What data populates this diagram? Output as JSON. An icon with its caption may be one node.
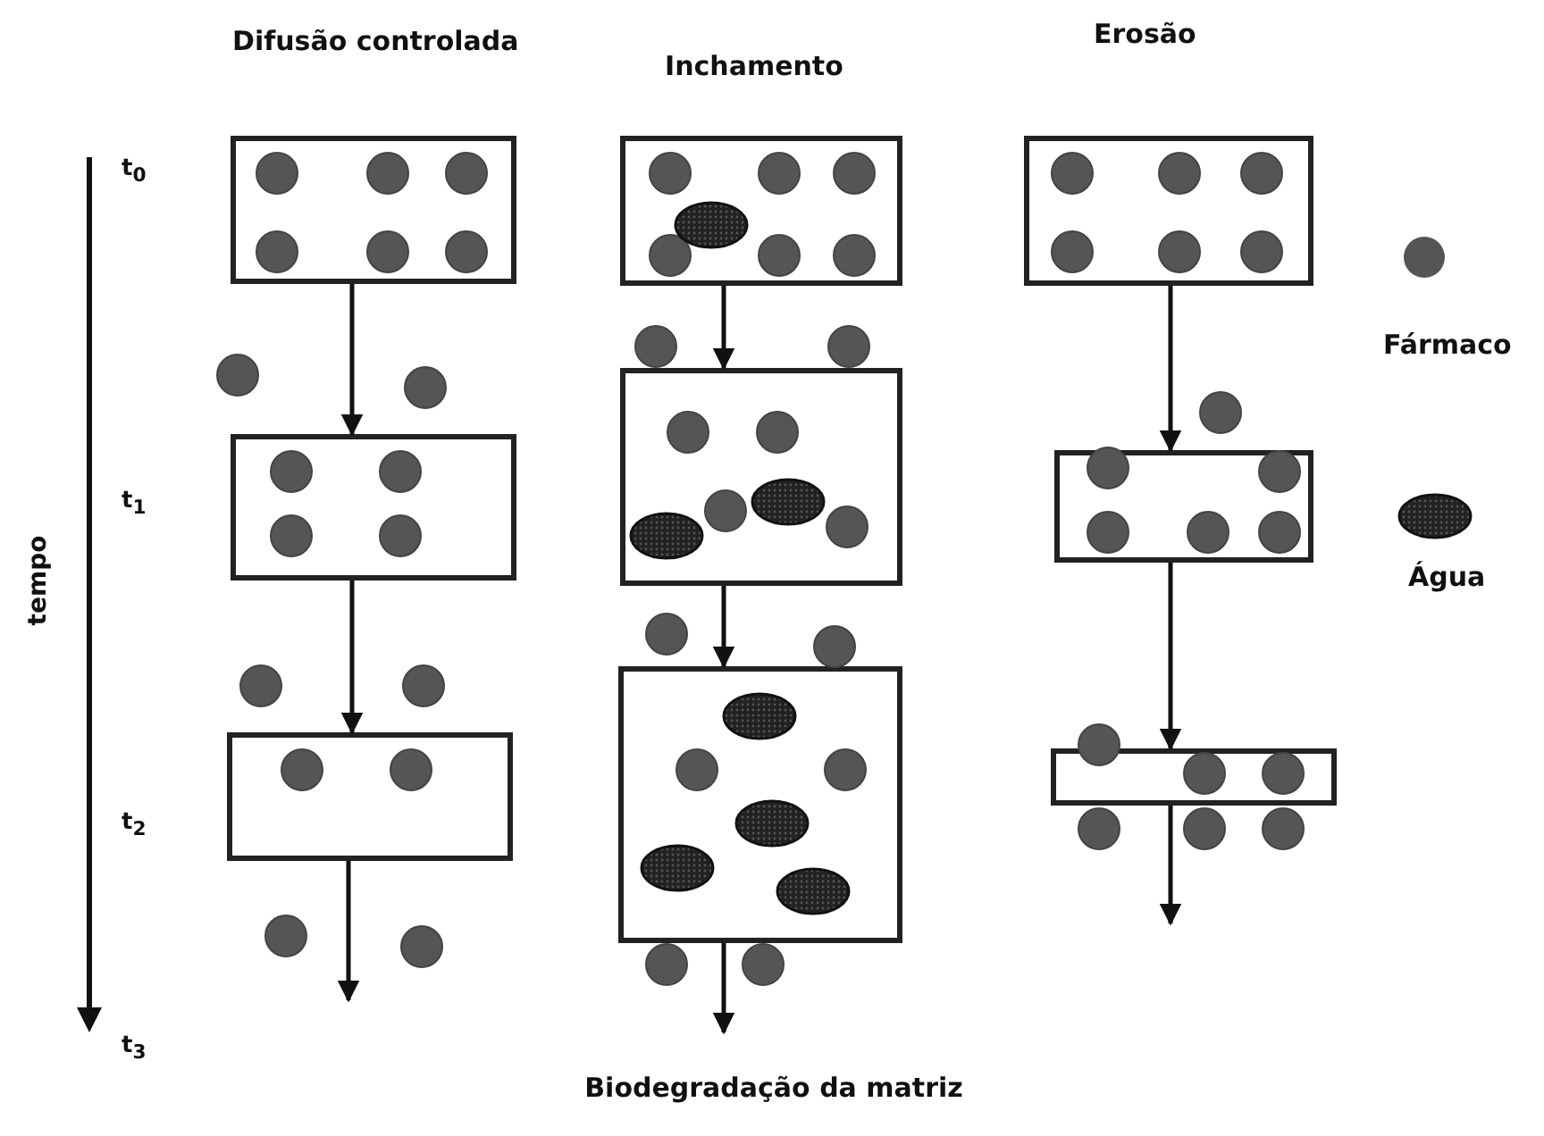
{
  "diagram": {
    "caption": "Biodegradação da matriz",
    "nodes": [
      {
        "text": [],
        "shape": "box"
      },
      {
        "text": [],
        "shape": "box"
      },
      {
        "text": [],
        "shape": "box"
      },
      {
        "text": [],
        "shape": "box"
      },
      {
        "text": [],
        "shape": "box"
      },
      {
        "text": [],
        "shape": "box"
      },
      {
        "text": [],
        "shape": "box"
      },
      {
        "text": [],
        "shape": "box"
      },
      {
        "text": [],
        "shape": "box"
      }
    ],
    "edges": [
      {
        "from": 0,
        "to": 3,
        "arrow": "to"
      },
      {
        "from": 3,
        "to": 6,
        "arrow": "to"
      },
      {
        "from": 6,
        "to": null,
        "arrow": "to"
      },
      {
        "from": 1,
        "to": 4,
        "arrow": "to"
      },
      {
        "from": 4,
        "to": 7,
        "arrow": "to"
      },
      {
        "from": 7,
        "to": null,
        "arrow": "to"
      },
      {
        "from": 2,
        "to": 5,
        "arrow": "to"
      },
      {
        "from": 5,
        "to": 8,
        "arrow": "to"
      },
      {
        "from": 8,
        "to": null,
        "arrow": "to"
      }
    ],
    "labels": [
      "Difusão controlada",
      "Inchamento",
      "Erosão",
      "t$_{0}$",
      "t$_{1}$",
      "t$_{2}$",
      "t$_{3}$",
      "tempo"
    ],
    "legend": [
      {
        "text": "Fármaco"
      },
      {
        "text": "Água"
      }
    ]
  }
}
